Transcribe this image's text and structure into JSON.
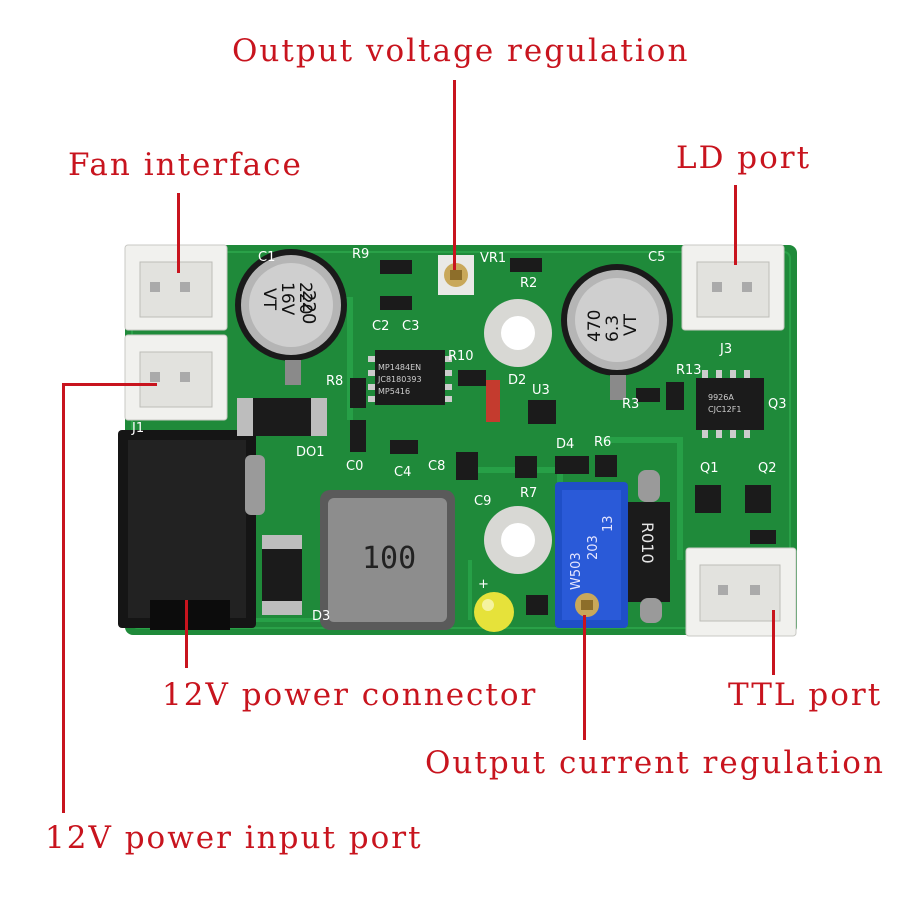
{
  "callouts": {
    "output_voltage": "Output voltage regulation",
    "fan": "Fan interface",
    "ld": "LD port",
    "power_connector": "12V power connector",
    "ttl": "TTL port",
    "output_current": "Output current regulation",
    "power_input": "12V power input port"
  },
  "silkscreen": {
    "c1": "C1",
    "r9": "R9",
    "vr1": "VR1",
    "r2": "R2",
    "c5": "C5",
    "c2": "C2",
    "c3": "C3",
    "r8": "R8",
    "r10": "R10",
    "d2": "D2",
    "u3": "U3",
    "r13": "R13",
    "j3": "J3",
    "r3": "R3",
    "q3": "Q3",
    "j1": "J1",
    "do1": "DO1",
    "c0": "C0",
    "c4": "C4",
    "c8": "C8",
    "d4": "D4",
    "r6": "R6",
    "r7": "R7",
    "c9": "C9",
    "q1": "Q1",
    "q2": "Q2",
    "d3": "D3",
    "plus": "+"
  },
  "component_markings": {
    "cap_left": [
      "220",
      "16V",
      "VT"
    ],
    "cap_right": [
      "470",
      "6.3",
      "VT"
    ],
    "inductor": "100",
    "chip_u1": [
      "MP1484EN",
      "JC8180393",
      "MP5416"
    ],
    "chip_u2": [
      "9926A",
      "CJC12F1"
    ],
    "shunt": "R010",
    "trimpot": [
      "W503",
      "203",
      "13"
    ]
  },
  "colors": {
    "label": "#c8141e",
    "pcb": "#1f8a3a",
    "connector": "#f1f1ee"
  }
}
